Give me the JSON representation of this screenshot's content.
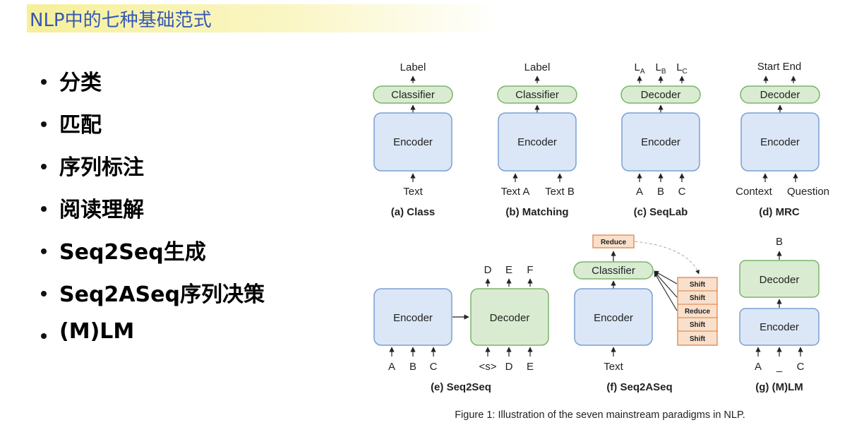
{
  "slide": {
    "title": "NLP中的七种基础范式",
    "bullets": [
      "分类",
      "匹配",
      "序列标注",
      "阅读理解",
      "Seq2Seq生成",
      "Seq2ASeq序列决策",
      "(M)LM"
    ]
  },
  "figure": {
    "colors": {
      "encoder_fill": "#dbe6f6",
      "encoder_stroke": "#7b9fd3",
      "decoder_fill": "#d9ecd1",
      "decoder_stroke": "#7bb46a",
      "action_fill": "#f9e0cc",
      "action_stroke": "#e07b39"
    },
    "caption": "Figure 1: Illustration of the seven mainstream paradigms in NLP.",
    "panels": {
      "a": {
        "caption": "(a) Class",
        "top": "Label",
        "head": "Classifier",
        "body": "Encoder",
        "inputs": [
          "Text"
        ]
      },
      "b": {
        "caption": "(b) Matching",
        "top": "Label",
        "head": "Classifier",
        "body": "Encoder",
        "inputs": [
          "Text A",
          "Text B"
        ]
      },
      "c": {
        "caption": "(c) SeqLab",
        "outputs": [
          {
            "main": "L",
            "sub": "A"
          },
          {
            "main": "L",
            "sub": "B"
          },
          {
            "main": "L",
            "sub": "C"
          }
        ],
        "head": "Decoder",
        "body": "Encoder",
        "inputs": [
          "A",
          "B",
          "C"
        ]
      },
      "d": {
        "caption": "(d) MRC",
        "top": "Start End",
        "head": "Decoder",
        "body": "Encoder",
        "inputs": [
          "Context",
          "Question"
        ]
      },
      "e": {
        "caption": "(e) Seq2Seq",
        "encoder": "Encoder",
        "decoder": "Decoder",
        "outputs": [
          "D",
          "E",
          "F"
        ],
        "enc_inputs": [
          "A",
          "B",
          "C"
        ],
        "dec_inputs": [
          "<s>",
          "D",
          "E"
        ]
      },
      "f": {
        "caption": "(f) Seq2ASeq",
        "head": "Classifier",
        "body": "Encoder",
        "input": "Text",
        "output_action": "Reduce",
        "stack": [
          "Shift",
          "Shift",
          "Reduce",
          "Shift",
          "Shift"
        ]
      },
      "g": {
        "caption": "(g) (M)LM",
        "top": "B",
        "decoder": "Decoder",
        "encoder": "Encoder",
        "inputs": [
          "A",
          "_",
          "C"
        ]
      }
    }
  }
}
